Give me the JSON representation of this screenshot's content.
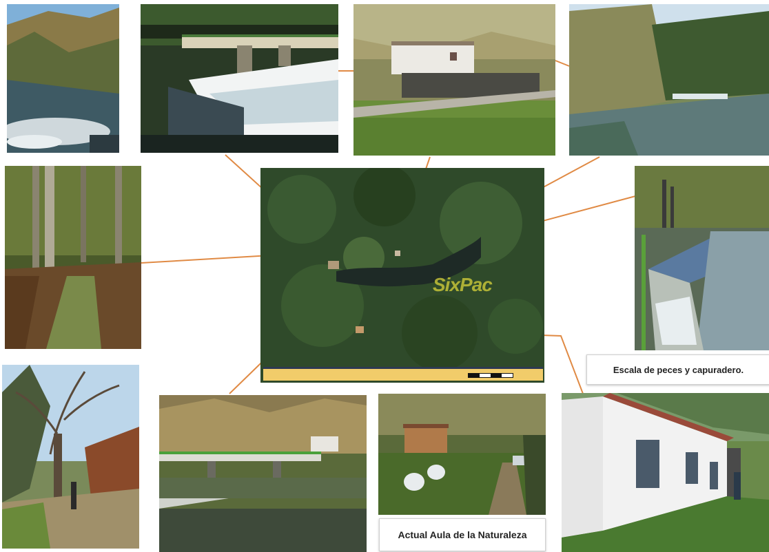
{
  "captions": {
    "fish_ladder": "Escala de peces y capuradero.",
    "nature_classroom": "Actual Aula de la Naturaleza"
  },
  "map": {
    "watermark": "SixPac"
  },
  "colors": {
    "connector": "#e08a44",
    "map_bar": "#f1cc6a",
    "map_bar_border": "#2d3a52"
  }
}
